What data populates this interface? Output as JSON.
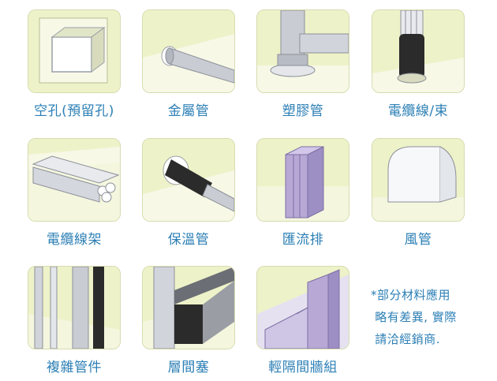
{
  "items": [
    {
      "label": "空孔(預留孔)",
      "icon": "empty-hole-icon"
    },
    {
      "label": "金屬管",
      "icon": "metal-pipe-icon"
    },
    {
      "label": "塑膠管",
      "icon": "plastic-pipe-icon"
    },
    {
      "label": "電纜線/束",
      "icon": "cable-bundle-icon"
    },
    {
      "label": "電纜線架",
      "icon": "cable-tray-icon"
    },
    {
      "label": "保溫管",
      "icon": "insulated-pipe-icon"
    },
    {
      "label": "匯流排",
      "icon": "busbar-icon"
    },
    {
      "label": "風管",
      "icon": "air-duct-icon"
    },
    {
      "label": "複雜管件",
      "icon": "complex-fittings-icon"
    },
    {
      "label": "層間塞",
      "icon": "floor-gap-seal-icon"
    },
    {
      "label": "輕隔間牆組",
      "icon": "light-partition-wall-icon"
    }
  ],
  "note": {
    "line1": "*部分材料應用",
    "line2": " 略有差異, 實際",
    "line3": " 請洽經銷商."
  },
  "colors": {
    "label": "#2c7fb5",
    "panel_bg": "#eef2c9",
    "wall": "#f4f6de",
    "pipe": "#c9ccd3"
  }
}
